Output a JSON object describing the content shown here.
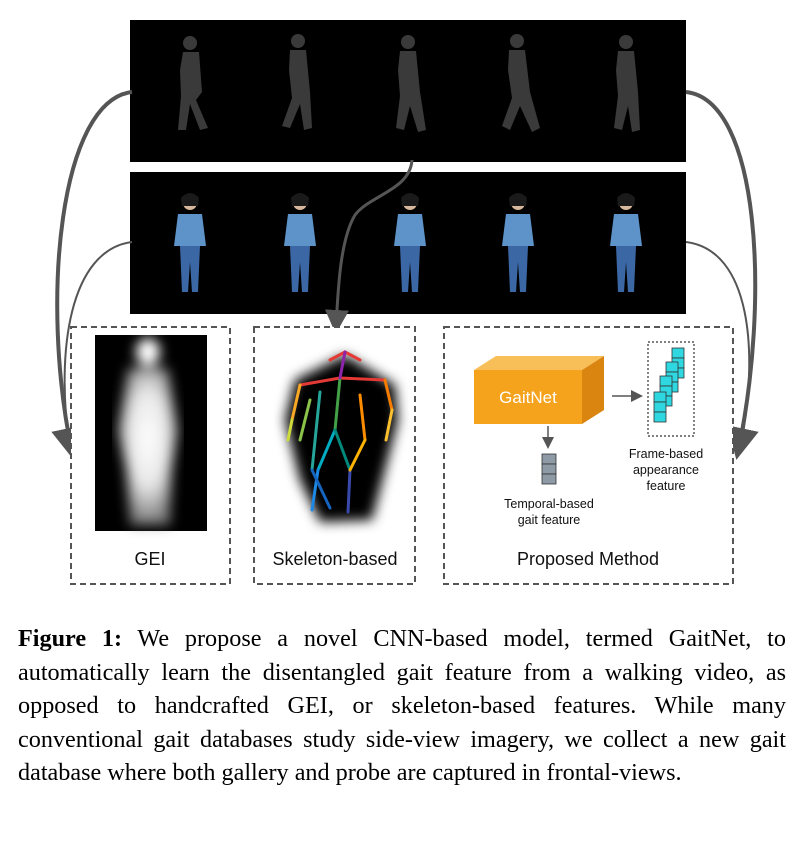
{
  "figure": {
    "gei_label": "GEI",
    "skeleton_label": "Skeleton-based",
    "proposed_label": "Proposed Method",
    "gaitnet_label": "GaitNet",
    "temporal_label_1": "Temporal-based",
    "temporal_label_2": "gait feature",
    "frame_label_1": "Frame-based",
    "frame_label_2": "appearance",
    "frame_label_3": "feature",
    "colors": {
      "gaitnet_front": "#f5a21c",
      "gaitnet_side": "#d98510",
      "appearance_cell": "#2fd7e0",
      "temporal_cell": "#8e9aa6",
      "dashed_border": "#555555",
      "arrow": "#555555"
    }
  },
  "caption": {
    "label": "Figure 1:",
    "text": " We propose a novel CNN-based model, termed GaitNet, to automatically learn the disentangled gait feature from a walking video, as opposed to handcrafted GEI, or skeleton-based features. While many conventional gait databases study side-view imagery, we collect a new gait database where both gallery and probe are captured in frontal-views."
  }
}
